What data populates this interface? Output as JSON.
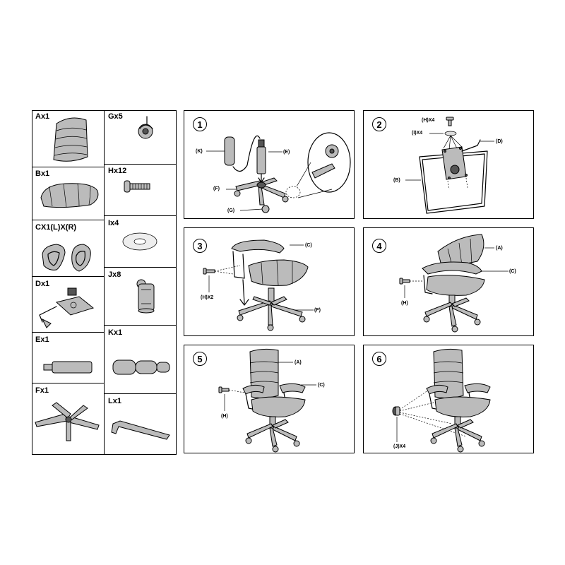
{
  "parts": [
    {
      "id": "A",
      "label": "Ax1",
      "icon": "backrest-icon"
    },
    {
      "id": "G",
      "label": "Gx5",
      "icon": "caster-icon"
    },
    {
      "id": "B",
      "label": "Bx1",
      "icon": "seat-cushion-icon"
    },
    {
      "id": "H",
      "label": "Hx12",
      "icon": "bolt-icon"
    },
    {
      "id": "C",
      "label": "CX1(L)X(R)",
      "icon": "armrest-pair-icon"
    },
    {
      "id": "I",
      "label": "Ix4",
      "icon": "washer-icon"
    },
    {
      "id": "D",
      "label": "Dx1",
      "icon": "seat-mechanism-icon"
    },
    {
      "id": "J",
      "label": "Jx8",
      "icon": "cap-icon"
    },
    {
      "id": "E",
      "label": "Ex1",
      "icon": "gas-lift-icon"
    },
    {
      "id": "K",
      "label": "Kx1",
      "icon": "cylinder-cover-icon"
    },
    {
      "id": "F",
      "label": "Fx1",
      "icon": "star-base-icon"
    },
    {
      "id": "L",
      "label": "Lx1",
      "icon": "allen-key-icon"
    }
  ],
  "steps": [
    {
      "number": "1",
      "callouts": [
        "(K)",
        "(E)",
        "(F)",
        "(G)"
      ]
    },
    {
      "number": "2",
      "callouts": [
        "(H)X4",
        "(I)X4",
        "(D)",
        "(B)"
      ]
    },
    {
      "number": "3",
      "callouts": [
        "(C)",
        "(H)X2",
        "(F)"
      ]
    },
    {
      "number": "4",
      "callouts": [
        "(A)",
        "(C)",
        "(H)"
      ]
    },
    {
      "number": "5",
      "callouts": [
        "(A)",
        "(C)",
        "(H)"
      ]
    },
    {
      "number": "6",
      "callouts": [
        "(J)X4"
      ]
    }
  ]
}
